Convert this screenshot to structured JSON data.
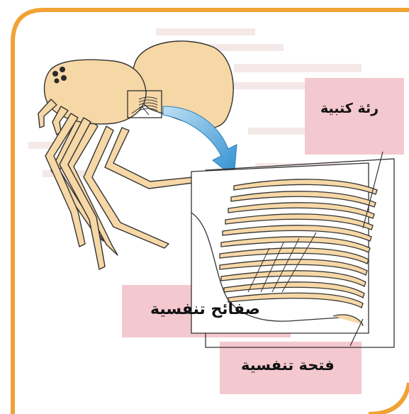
{
  "diagram": {
    "labels": {
      "book_lung": "رئة كتبية",
      "respiratory_plates": "صفائح تنفسية",
      "respiratory_opening": "فتحة تنفسية"
    },
    "colors": {
      "frame": "#f0a233",
      "spider_body": "#f6d7a6",
      "outline": "#333333",
      "arrow": "#4aa3da",
      "label_bg": "#f4c8cf",
      "background_text": "#f6ecea"
    }
  }
}
